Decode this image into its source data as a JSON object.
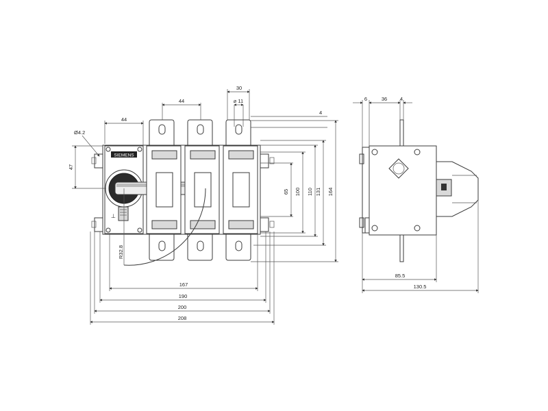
{
  "front_view": {
    "brand": "SIEMENS",
    "dims": {
      "d44_top": "44",
      "d44_left": "44",
      "d30": "30",
      "d11": "⌀ 11",
      "d4_right": "4",
      "d42": "Ø4.2",
      "d47": "47",
      "r": "R32.8",
      "d65": "65",
      "d100": "100",
      "d110": "110",
      "d131": "131",
      "d164": "164",
      "d167": "167",
      "d190": "190",
      "d200": "200",
      "d208": "208"
    }
  },
  "side_view": {
    "dims": {
      "d6": "6",
      "d36": "36",
      "d4": "4",
      "d85": "85.5",
      "d130": "130.5"
    }
  }
}
